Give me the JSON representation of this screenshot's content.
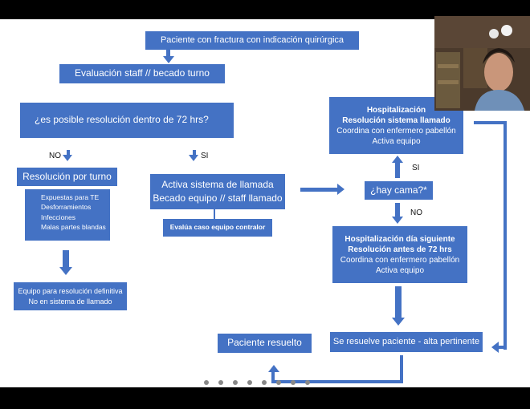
{
  "flowchart": {
    "start": "Paciente con fractura con indicación quirúrgica",
    "evaluation": "Evaluación staff // becado turno",
    "question": "¿es posible resolución dentro de 72 hrs?",
    "no_label": "NO",
    "si_label": "SI",
    "turno": {
      "title": "Resolución  por turno",
      "items": [
        "Expuestas para TE",
        "Desforramientos",
        "Infecciones",
        "Malas partes blandas"
      ]
    },
    "definitive": {
      "line1": "Equipo para resolución definitiva",
      "line2": "No en sistema de llamado"
    },
    "activa": {
      "line1": "Activa sistema de llamada",
      "line2": "Becado equipo // staff llamado"
    },
    "evalua": "Evalúa caso equipo contralor",
    "hay_cama": "¿hay cama?*",
    "si_label_2": "SI",
    "no_label_2": "NO",
    "hosp_now": {
      "title": "Hospitalización",
      "subtitle": "Resolución  sistema llamado",
      "line1": "Coordina con enfermero pabellón",
      "line2": "Activa equipo"
    },
    "hosp_next": {
      "title": "Hospitalización  día siguiente",
      "subtitle": "Resolución  antes de 72 hrs",
      "line1": "Coordina con enfermero pabellón",
      "line2": "Activa equipo"
    },
    "alta": "Se resuelve paciente - alta pertinente",
    "resuelto": "Paciente  resuelto"
  },
  "slide_nav": {
    "dot_count": 8
  },
  "colors": {
    "box": "#4472c4",
    "background": "#ffffff",
    "frame": "#000000"
  }
}
